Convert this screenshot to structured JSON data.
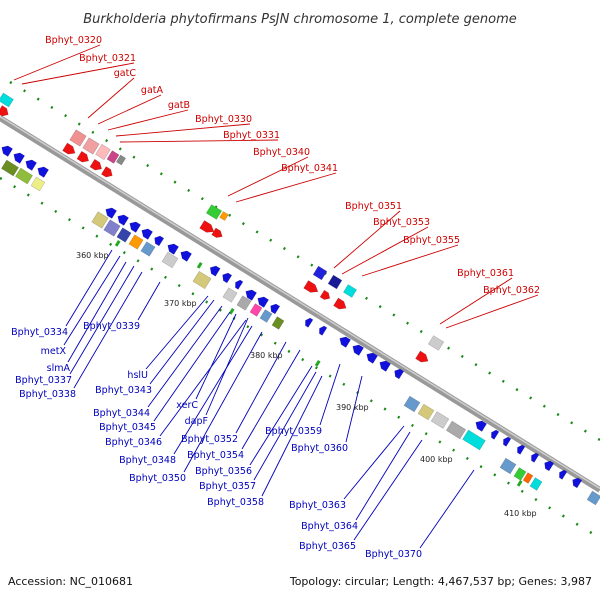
{
  "title": "Burkholderia phytofirmans PsJN chromosome 1, complete genome",
  "footer": {
    "accession": "Accession: NC_010681",
    "summary": "Topology: circular; Length: 4,467,537 bp; Genes: 3,987"
  },
  "colors": {
    "backbone": "#888888",
    "forward_arrow": "#ee1111",
    "reverse_arrow": "#1111dd",
    "rna_tick": "#22aa22",
    "forward_label": "#cc0000",
    "reverse_label": "#0000bb"
  },
  "scale_marks": [
    "360 kbp",
    "370 kbp",
    "380 kbp",
    "390 kbp",
    "400 kbp",
    "410 kbp"
  ],
  "forward_labels": [
    "Bphyt_0320",
    "Bphyt_0321",
    "gatC",
    "gatA",
    "gatB",
    "Bphyt_0330",
    "Bphyt_0331",
    "Bphyt_0340",
    "Bphyt_0341",
    "Bphyt_0351",
    "Bphyt_0353",
    "Bphyt_0355",
    "Bphyt_0361",
    "Bphyt_0362"
  ],
  "reverse_labels": [
    "Bphyt_0334",
    "Bphyt_0339",
    "metX",
    "slmA",
    "Bphyt_0337",
    "Bphyt_0338",
    "hslU",
    "Bphyt_0343",
    "Bphyt_0344",
    "xerC",
    "Bphyt_0345",
    "dapF",
    "Bphyt_0346",
    "Bphyt_0352",
    "Bphyt_0348",
    "Bphyt_0354",
    "Bphyt_0350",
    "Bphyt_0356",
    "Bphyt_0357",
    "Bphyt_0358",
    "Bphyt_0359",
    "Bphyt_0360",
    "Bphyt_0363",
    "Bphyt_0364",
    "Bphyt_0365",
    "Bphyt_0370"
  ]
}
